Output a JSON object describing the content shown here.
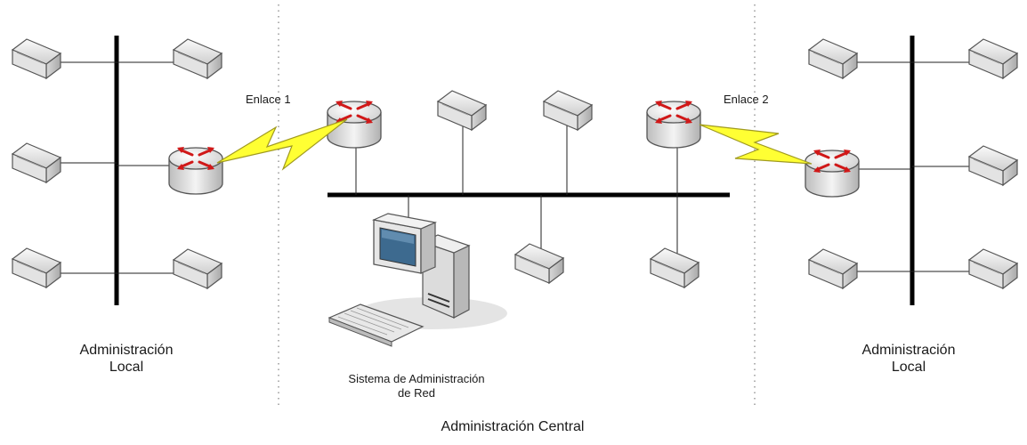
{
  "labels": {
    "left_zone_line1": "Administración",
    "left_zone_line2": "Local",
    "right_zone_line1": "Administración",
    "right_zone_line2": "Local",
    "central_zone": "Administración Central",
    "system_line1": "Sistema de Administración",
    "system_line2": "de Red",
    "link1": "Enlace 1",
    "link2": "Enlace 2"
  },
  "colors": {
    "backbone": "#000000",
    "serial_link": "#ffff33",
    "serial_link_stroke": "#a09a20",
    "router_arrows": "#d01818",
    "device_body": "#e9e9e9",
    "separator": "#888888"
  },
  "icons": {
    "device": "network-device-icon",
    "router": "router-icon",
    "workstation": "workstation-icon",
    "link": "serial-link-icon"
  }
}
